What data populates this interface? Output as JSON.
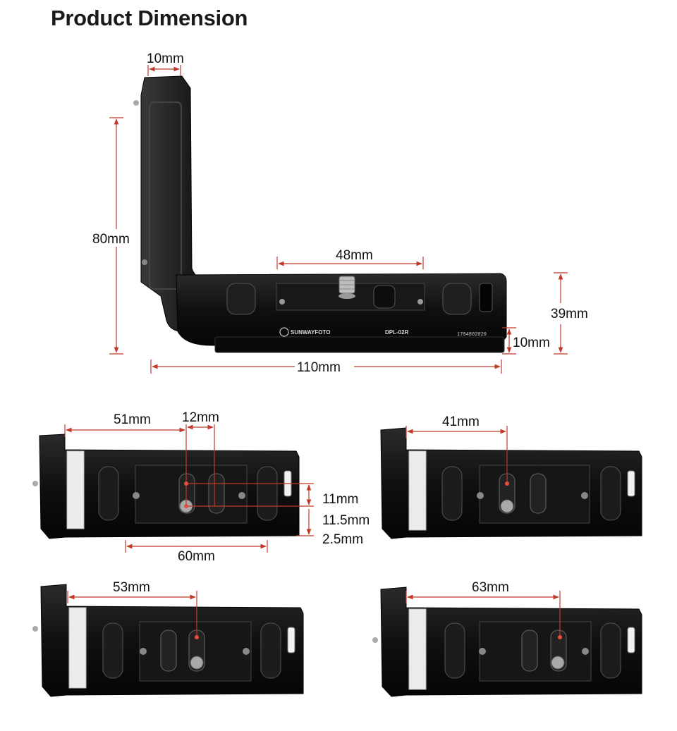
{
  "title": "Product Dimension",
  "colors": {
    "dimension_line": "#c0392b",
    "plate": "#111111",
    "slot": "#1e1e1e"
  },
  "main_view": {
    "brand": "SUNWAYFOTO",
    "model": "DPL-02R",
    "serial": "1704802020",
    "dims": {
      "top_width": "10mm",
      "height": "80mm",
      "screw_span": "48mm",
      "plate_height": "39mm",
      "plate_thickness": "10mm",
      "length": "110mm"
    }
  },
  "views": {
    "top_left": {
      "a": "51mm",
      "b": "12mm",
      "c": "11mm",
      "d": "11.5mm",
      "e": "2.5mm",
      "f": "60mm"
    },
    "top_right": {
      "a": "41mm"
    },
    "bottom_left": {
      "a": "53mm"
    },
    "bottom_right": {
      "a": "63mm"
    }
  }
}
